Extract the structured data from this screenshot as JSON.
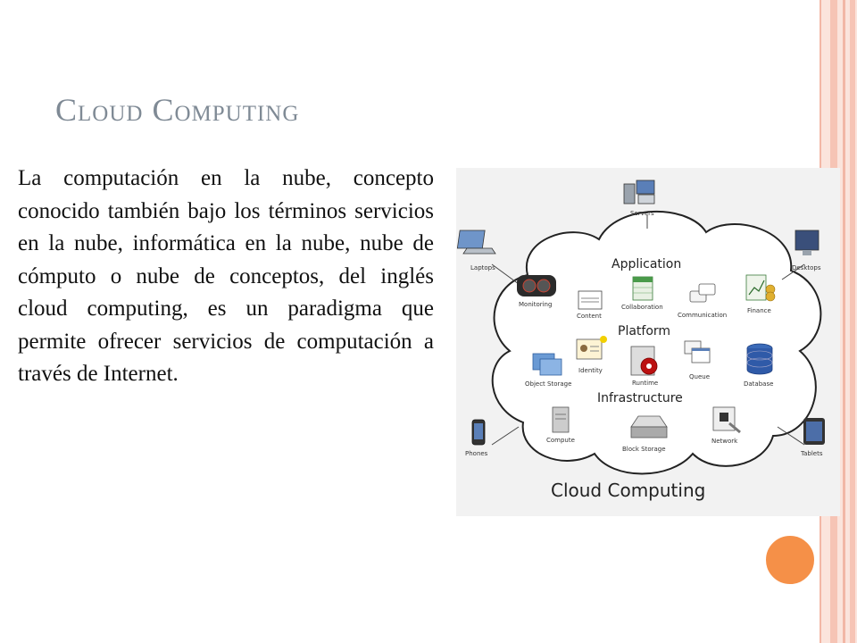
{
  "slide": {
    "title": "Cloud Computing",
    "body": "La computación en la nube, concepto conocido también bajo los términos servicios en la nube, informática en la nube, nube de cómputo o nube de conceptos, del inglés cloud computing, es un paradigma que permite ofrecer servicios de computación a través de Internet."
  },
  "diagram": {
    "title": "Cloud Computing",
    "layers": {
      "application": "Application",
      "platform": "Platform",
      "infrastructure": "Infrastructure"
    },
    "nodes": {
      "servers": "Servers",
      "laptops": "Laptops",
      "desktops": "Desktops",
      "phones": "Phones",
      "tablets": "Tablets",
      "monitoring": "Monitoring",
      "content": "Content",
      "collaboration": "Collaboration",
      "communication": "Communication",
      "finance": "Finance",
      "identity": "Identity",
      "object_storage": "Object Storage",
      "runtime": "Runtime",
      "queue": "Queue",
      "database": "Database",
      "compute": "Compute",
      "block_storage": "Block Storage",
      "network": "Network"
    }
  },
  "colors": {
    "title": "#7f8a95",
    "accent_circle": "#f59048",
    "edge_pink": "#f7cfc4",
    "edge_stripe": "#f2b7a6"
  }
}
